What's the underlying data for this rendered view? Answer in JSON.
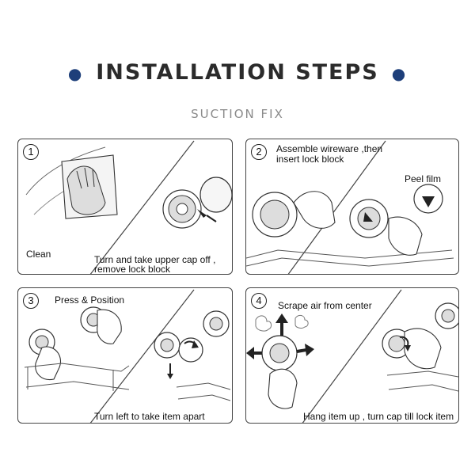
{
  "header": {
    "title": "INSTALLATION STEPS",
    "subtitle": "SUCTION FIX"
  },
  "steps": [
    {
      "number": "1",
      "left_label": "Clean",
      "right_label_line1": "Turn and take upper cap  off ,",
      "right_label_line2": "remove lock block"
    },
    {
      "number": "2",
      "top_label_line1": "Assemble wireware ,then",
      "top_label_line2": "insert lock block",
      "side_label": "Peel film"
    },
    {
      "number": "3",
      "top_label": "Press & Position",
      "bottom_label": "Turn left to take item apart"
    },
    {
      "number": "4",
      "top_label": "Scrape air from center",
      "bottom_label": "Hang item up , turn cap till lock item"
    }
  ],
  "colors": {
    "title": "#2b2b2b",
    "dot": "#1e3f7a",
    "subtitle": "#8a8a8a",
    "line": "#444444"
  }
}
